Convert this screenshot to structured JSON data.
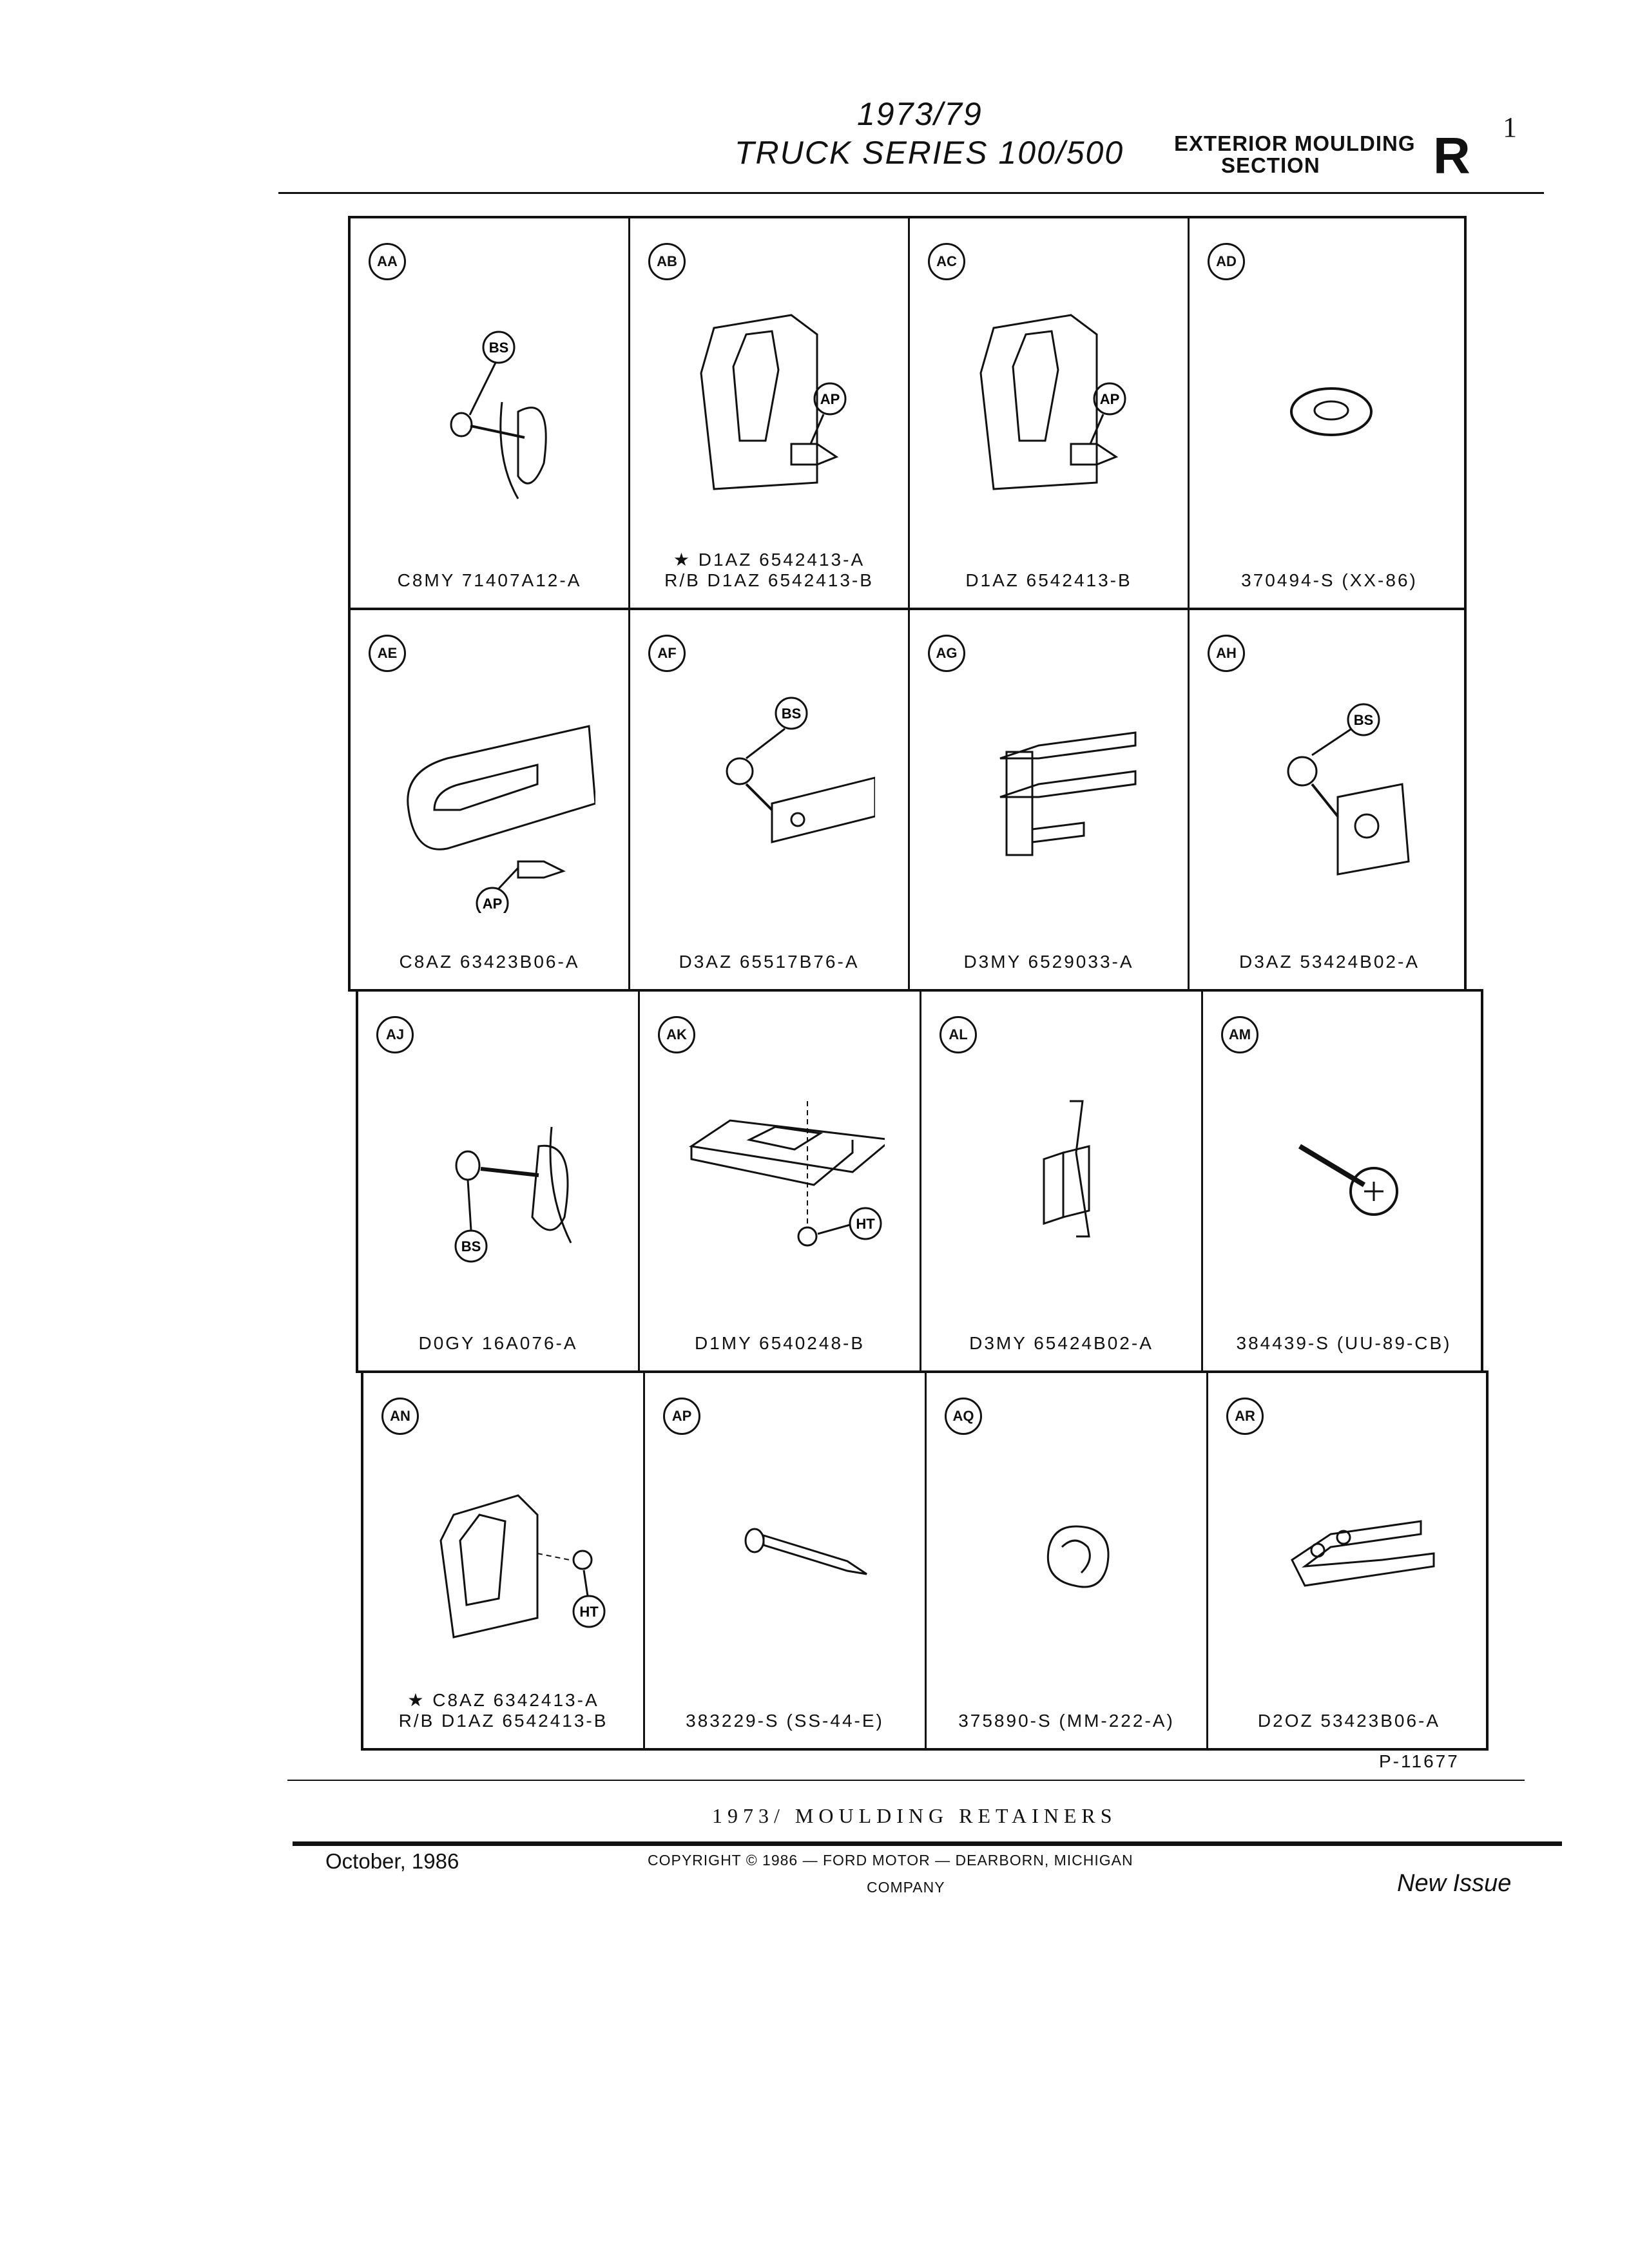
{
  "header": {
    "years": "1973/79",
    "series": "TRUCK  SERIES  100/500",
    "section_line1": "EXTERIOR MOULDING",
    "section_line2": "SECTION",
    "section_letter": "R",
    "page_number": "1"
  },
  "cells": [
    {
      "code": "AA",
      "parts": [
        "C8MY 71407A12-A"
      ],
      "callouts": [
        "BS"
      ]
    },
    {
      "code": "AB",
      "parts": [
        "★ D1AZ 6542413-A",
        "R/B D1AZ 6542413-B"
      ],
      "callouts": [
        "AP"
      ]
    },
    {
      "code": "AC",
      "parts": [
        "D1AZ 6542413-B"
      ],
      "callouts": [
        "AP"
      ]
    },
    {
      "code": "AD",
      "parts": [
        "370494-S (XX-86)"
      ],
      "callouts": []
    },
    {
      "code": "AE",
      "parts": [
        "C8AZ 63423B06-A"
      ],
      "callouts": [
        "AP"
      ]
    },
    {
      "code": "AF",
      "parts": [
        "D3AZ 65517B76-A"
      ],
      "callouts": [
        "BS"
      ]
    },
    {
      "code": "AG",
      "parts": [
        "D3MY 6529033-A"
      ],
      "callouts": []
    },
    {
      "code": "AH",
      "parts": [
        "D3AZ 53424B02-A"
      ],
      "callouts": [
        "BS"
      ]
    },
    {
      "code": "AJ",
      "parts": [
        "D0GY 16A076-A"
      ],
      "callouts": [
        "BS"
      ]
    },
    {
      "code": "AK",
      "parts": [
        "D1MY 6540248-B"
      ],
      "callouts": [
        "HT"
      ]
    },
    {
      "code": "AL",
      "parts": [
        "D3MY 65424B02-A"
      ],
      "callouts": []
    },
    {
      "code": "AM",
      "parts": [
        "384439-S (UU-89-CB)"
      ],
      "callouts": []
    },
    {
      "code": "AN",
      "parts": [
        "★ C8AZ 6342413-A",
        "R/B D1AZ 6542413-B"
      ],
      "callouts": [
        "HT"
      ]
    },
    {
      "code": "AP",
      "parts": [
        "383229-S (SS-44-E)"
      ],
      "callouts": []
    },
    {
      "code": "AQ",
      "parts": [
        "375890-S (MM-222-A)"
      ],
      "callouts": []
    },
    {
      "code": "AR",
      "parts": [
        "D2OZ 53423B06-A"
      ],
      "callouts": []
    }
  ],
  "figure_code": "P-11677",
  "footer": {
    "title": "1973/  MOULDING RETAINERS",
    "date": "October, 1986",
    "copyright": "COPYRIGHT © 1986  —  FORD MOTOR  —  DEARBORN, MICHIGAN",
    "company": "COMPANY",
    "issue": "New Issue"
  }
}
